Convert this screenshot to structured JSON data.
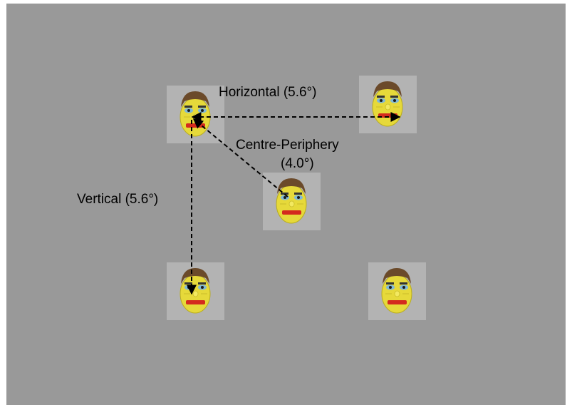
{
  "labels": {
    "horizontal": "Horizontal (5.6°)",
    "centre_periphery_line1": "Centre-Periphery",
    "centre_periphery_line2": "(4.0°)",
    "vertical": "Vertical (5.6°)"
  },
  "faces": [
    {
      "name": "face-top-left",
      "icon": "cartoon-face-icon"
    },
    {
      "name": "face-top-right",
      "icon": "cartoon-face-icon"
    },
    {
      "name": "face-centre",
      "icon": "cartoon-face-icon"
    },
    {
      "name": "face-bottom-left",
      "icon": "cartoon-face-icon"
    },
    {
      "name": "face-bottom-right",
      "icon": "cartoon-face-icon"
    }
  ],
  "colors": {
    "background": "#999999",
    "tile": "#b3b3b3",
    "face": "#e6d93a",
    "hair": "#6b4a2a",
    "mouth": "#d42a1e",
    "eye": "#7fb8d8",
    "arrow": "#000000"
  }
}
